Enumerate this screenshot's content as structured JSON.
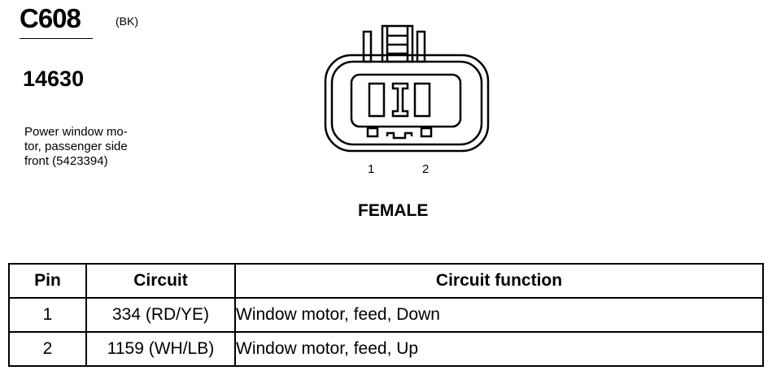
{
  "header": {
    "connector_id": "C608",
    "color_code": "(BK)",
    "part_number": "14630",
    "description_lines": [
      "Power window mo-",
      "tor, passenger side",
      "front (5423394)"
    ]
  },
  "diagram": {
    "pin_labels": [
      "1",
      "2"
    ],
    "gender": "FEMALE",
    "stroke_color": "#000000"
  },
  "table": {
    "headers": [
      "Pin",
      "Circuit",
      "Circuit function"
    ],
    "rows": [
      [
        "1",
        "334 (RD/YE)",
        "Window motor, feed, Down"
      ],
      [
        "2",
        "1159 (WH/LB)",
        "Window motor, feed, Up"
      ]
    ]
  }
}
